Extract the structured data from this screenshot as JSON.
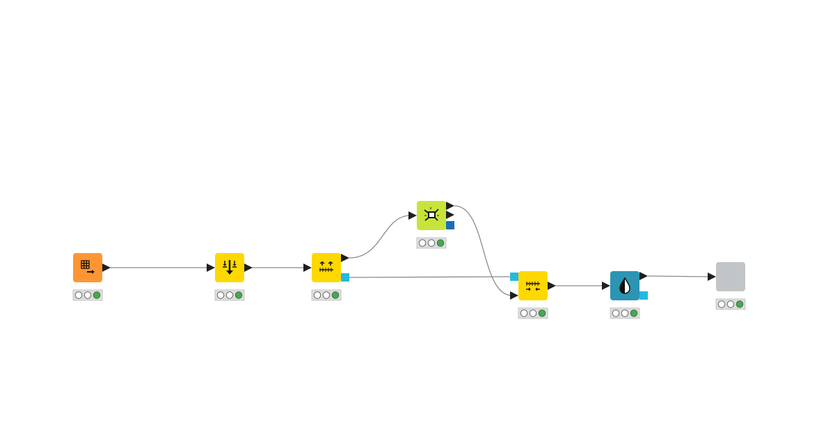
{
  "colors": {
    "background": "#ffffff",
    "edge": "#8a8a8a",
    "port": "#1f1f1f",
    "flow_var_port": "#25b9e0",
    "model_port": "#1b6fb5",
    "status_bg": "#dcdedd",
    "status_ok": "#3fae49",
    "status_empty": "#ffffff"
  },
  "nodes": [
    {
      "id": "n1",
      "kind": "table-input",
      "color": "#fd9632",
      "icon": "table-arrow-icon",
      "status": [
        "empty",
        "empty",
        "ok"
      ]
    },
    {
      "id": "n2",
      "kind": "manipulator",
      "color": "#ffd800",
      "icon": "merge-down-icon",
      "status": [
        "empty",
        "empty",
        "ok"
      ]
    },
    {
      "id": "n3",
      "kind": "manipulator",
      "color": "#ffd800",
      "icon": "split-columns-icon",
      "status": [
        "empty",
        "empty",
        "ok"
      ]
    },
    {
      "id": "n4",
      "kind": "learner",
      "color": "#c8e43a",
      "icon": "learner-icon",
      "status": [
        "empty",
        "empty",
        "ok"
      ]
    },
    {
      "id": "n5",
      "kind": "manipulator",
      "color": "#ffd800",
      "icon": "join-columns-icon",
      "status": [
        "empty",
        "empty",
        "ok"
      ]
    },
    {
      "id": "n6",
      "kind": "visualizer",
      "color": "#2b95b3",
      "icon": "color-drop-icon",
      "status": [
        "empty",
        "empty",
        "ok"
      ]
    },
    {
      "id": "n7",
      "kind": "component",
      "color": "#c2c5c7",
      "icon": "blank-icon",
      "status": [
        "empty",
        "empty",
        "ok"
      ]
    }
  ]
}
